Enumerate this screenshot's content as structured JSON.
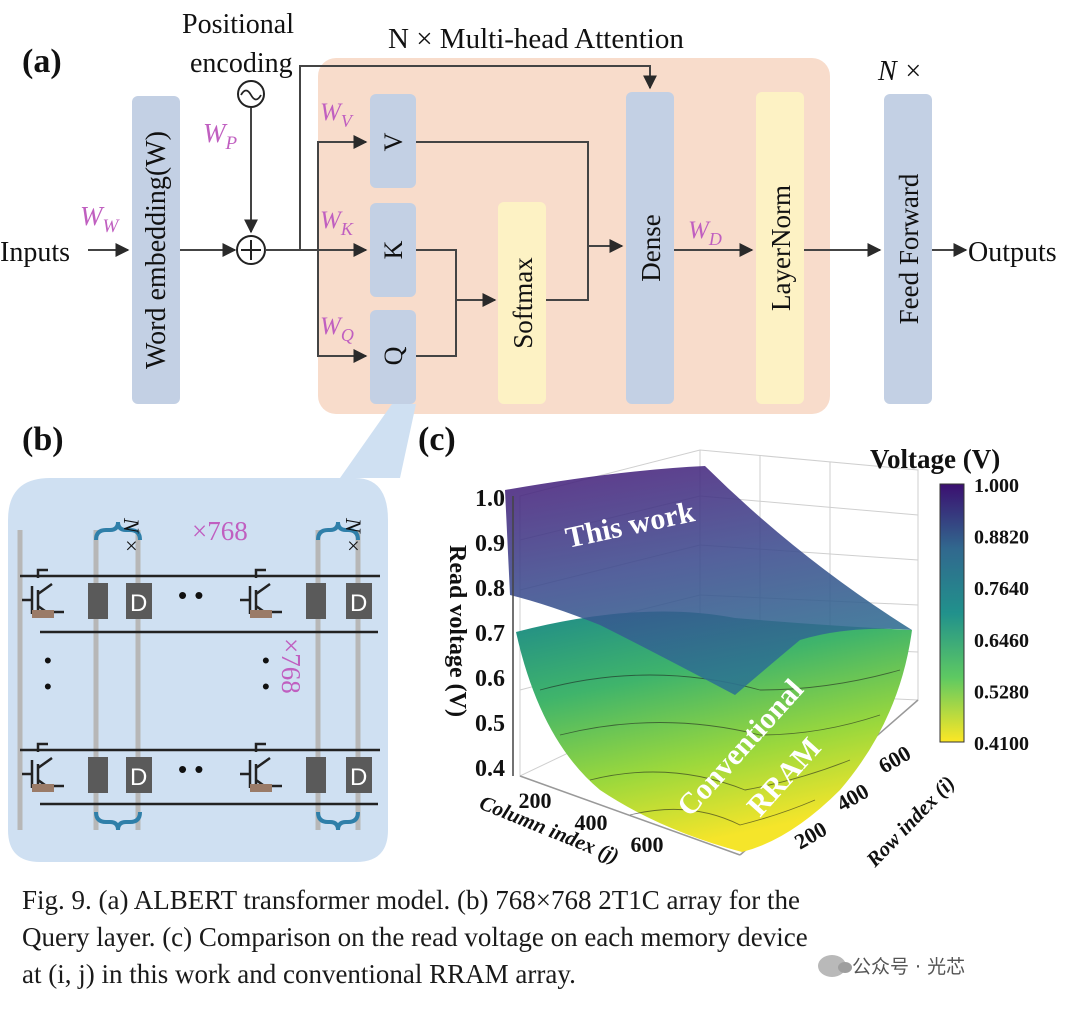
{
  "panel_a": {
    "label": "(a)",
    "inputs": "Inputs",
    "outputs": "Outputs",
    "positional_encoding_line1": "Positional",
    "positional_encoding_line2": "encoding",
    "attention_title": "N × Multi-head Attention",
    "ff_repeat": "N ×",
    "word_embedding": "Word embedding(W)",
    "v": "V",
    "k": "K",
    "q": "Q",
    "softmax": "Softmax",
    "dense": "Dense",
    "layernorm": "LayerNorm",
    "feed_forward": "Feed Forward",
    "w_main": "W",
    "w_sub": "W",
    "p_sub": "P",
    "v_sub": "V",
    "k_sub": "K",
    "q_sub": "Q",
    "d_sub": "D"
  },
  "panel_b": {
    "label": "(b)",
    "repeat_left": "N ×",
    "repeat_right": "N ×",
    "cols": "×768",
    "rows": "×768",
    "cell_d": "D"
  },
  "panel_c": {
    "label": "(c)",
    "colorbar_title": "Voltage (V)",
    "colorbar_ticks": [
      "1.000",
      "0.8820",
      "0.7640",
      "0.6460",
      "0.5280",
      "0.4100"
    ],
    "z_ticks": [
      "1.0",
      "0.9",
      "0.8",
      "0.7",
      "0.6",
      "0.5",
      "0.4"
    ],
    "z_label": "Read voltage (V)",
    "x_ticks": [
      "200",
      "400",
      "600"
    ],
    "x_label": "Column index (j)",
    "y_ticks": [
      "200",
      "400",
      "600"
    ],
    "y_label": "Row index (i)",
    "label_this_work": "This work",
    "label_conventional_1": "Conventional",
    "label_conventional_2": "RRAM",
    "colors": {
      "top": "#3b0f70",
      "mid": "#21918c",
      "low": "#7ad151",
      "bottom": "#fde725"
    }
  },
  "caption": {
    "line1": "Fig. 9. (a) ALBERT transformer model. (b) 768×768 2T1C array for the",
    "line2": "Query layer. (c) Comparison on the read voltage on each memory device",
    "line3": "at (i, j) in this work and conventional RRAM array."
  },
  "watermark": "公众号 · 光芯",
  "colors": {
    "block_blue": "#c3d0e4",
    "block_yellow": "#fdf2c4",
    "attention_bg": "#f8dccb",
    "array_bg": "#cfe0f2",
    "weight_pink": "#c05fc0"
  }
}
